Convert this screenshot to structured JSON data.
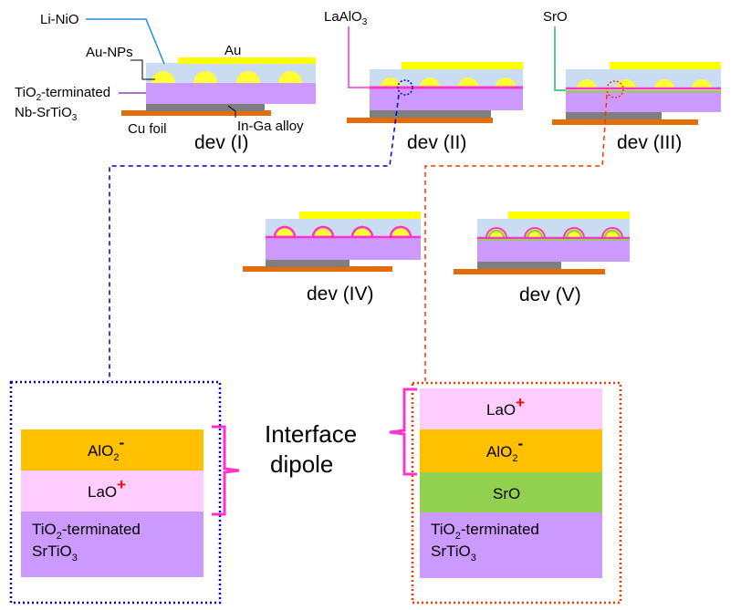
{
  "colors": {
    "gold": "#ffff00",
    "au_np": "#ffff33",
    "liNiO": "#c9dcf2",
    "nbSrTiO3": "#cc99ff",
    "inGa": "#7f7f7f",
    "cu": "#e46c0a",
    "laAlO3": "#ff33cc",
    "srO_line": "#92d050",
    "alo2": "#ffc000",
    "lao": "#ffccff",
    "sto": "#cc99ff",
    "sro_layer": "#92d050",
    "blue_outline": "#0000cc",
    "red_outline": "#ff3300",
    "brace": "#ff33cc"
  },
  "device_labels": {
    "li_nio": "Li-NiO",
    "au_nps": "Au-NPs",
    "au": "Au",
    "tio2_terminated_a": "TiO",
    "tio2_terminated_sub": "2",
    "tio2_terminated_b": "-terminated",
    "nb_srtio3_a": "Nb-SrTiO",
    "nb_srtio3_sub": "3",
    "cu_foil": "Cu foil",
    "in_ga": "In-Ga alloy",
    "laalo3_a": "LaAlO",
    "laalo3_sub": "3",
    "sro": "SrO"
  },
  "devices": [
    "dev (I)",
    "dev (II)",
    "dev (III)",
    "dev (IV)",
    "dev (V)"
  ],
  "stack_left": {
    "alo2": "AlO",
    "alo2_sub": "2",
    "alo2_sup": "-",
    "lao": "LaO",
    "lao_sup": "+",
    "tio2_a": "TiO",
    "tio2_sub": "2",
    "tio2_b": "-terminated",
    "srtio3_a": "SrTiO",
    "srtio3_sub": "3"
  },
  "stack_right": {
    "lao": "LaO",
    "lao_sup": "+",
    "alo2": "AlO",
    "alo2_sub": "2",
    "alo2_sup": "-",
    "sro": "SrO",
    "tio2_a": "TiO",
    "tio2_sub": "2",
    "tio2_b": "-terminated",
    "srtio3_a": "SrTiO",
    "srtio3_sub": "3"
  },
  "interface_dipole": [
    "Interface",
    "dipole"
  ]
}
